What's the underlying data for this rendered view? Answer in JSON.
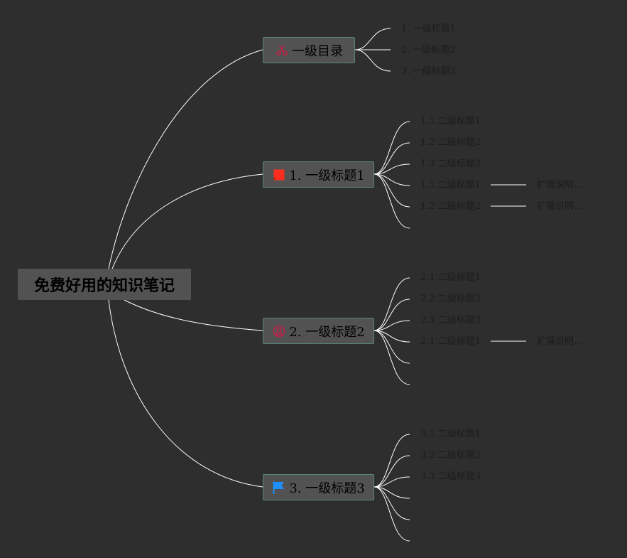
{
  "root": {
    "label": "免费好用的知识笔记"
  },
  "colors": {
    "background": "#2e2e2e",
    "node_fill": "#525252",
    "node_border": "#57857a",
    "link": "#ffffff",
    "text": "#000000",
    "icon_red": "#ff2d1f",
    "icon_crimson": "#c0244a",
    "icon_blue": "#1e90ff"
  },
  "topics": [
    {
      "label": "一级目录",
      "icon": "scissors-icon",
      "children": [
        "1. 一级标题1",
        "2. 一级标题2",
        "3. 一级标题3"
      ],
      "extensions": []
    },
    {
      "label": "1. 一级标题1",
      "icon": "red-square-flag-icon",
      "children": [
        "1.1 二级标题1",
        "1.2 二级标题2",
        "1.3 二级标题3",
        "1.1 二级标题1",
        "1.2 二级标题2",
        ""
      ],
      "extensions": [
        {
          "child": 3,
          "label": "扩展说明..."
        },
        {
          "child": 4,
          "label": "扩展说明..."
        }
      ]
    },
    {
      "label": "2. 一级标题2",
      "icon": "award-badge-icon",
      "children": [
        "2.1 二级标题1",
        "2.2 二级标题2",
        "2.3 二级标题3",
        "2.1 二级标题1",
        "",
        ""
      ],
      "extensions": [
        {
          "child": 3,
          "label": "扩展说明..."
        }
      ]
    },
    {
      "label": "3. 一级标题3",
      "icon": "blue-flag-icon",
      "children": [
        "3.1 二级标题1",
        "3.2 二级标题2",
        "3.3 二级标题3",
        "",
        "",
        ""
      ],
      "extensions": []
    }
  ]
}
